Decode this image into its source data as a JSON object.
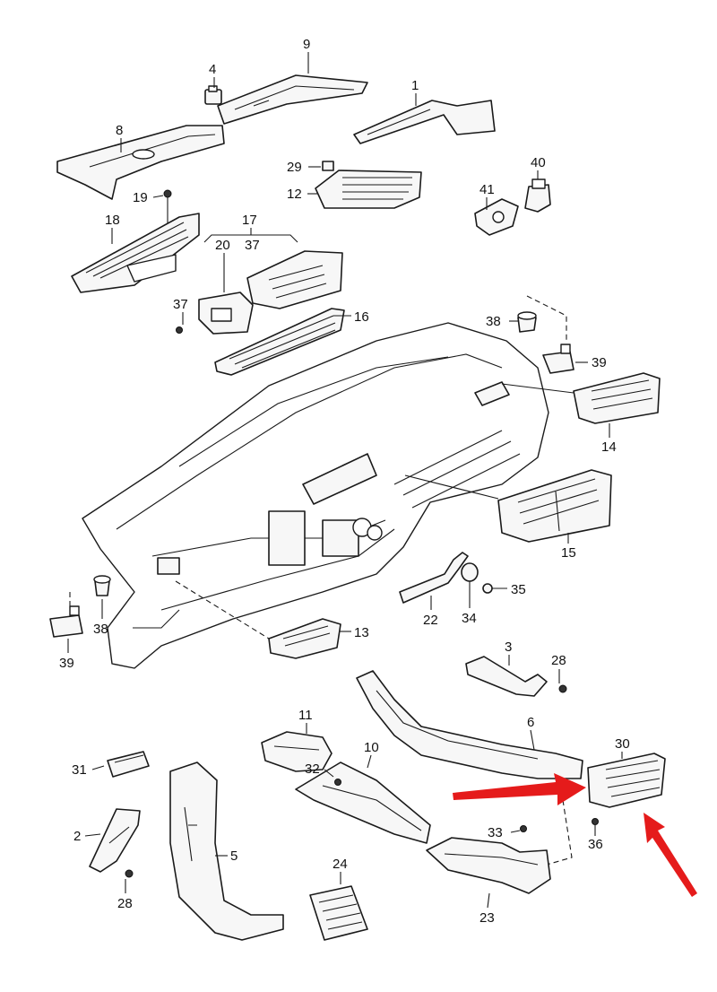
{
  "diagram": {
    "labels": {
      "p1": "1",
      "p2": "2",
      "p3": "3",
      "p4": "4",
      "p5": "5",
      "p6": "6",
      "p8": "8",
      "p9": "9",
      "p10": "10",
      "p11": "11",
      "p12": "12",
      "p13": "13",
      "p14": "14",
      "p15": "15",
      "p16": "16",
      "p17": "17",
      "p18": "18",
      "p19": "19",
      "p20": "20",
      "p22": "22",
      "p23": "23",
      "p24": "24",
      "p28a": "28",
      "p28b": "28",
      "p29": "29",
      "p30": "30",
      "p31": "31",
      "p32": "32",
      "p33": "33",
      "p34": "34",
      "p35": "35",
      "p36": "36",
      "p37a": "37",
      "p37b": "37",
      "p38a": "38",
      "p38b": "38",
      "p39a": "39",
      "p39b": "39",
      "p40": "40",
      "p41": "41"
    },
    "highlight_color": "#e51b1b",
    "line_color": "#1a1a1a"
  }
}
